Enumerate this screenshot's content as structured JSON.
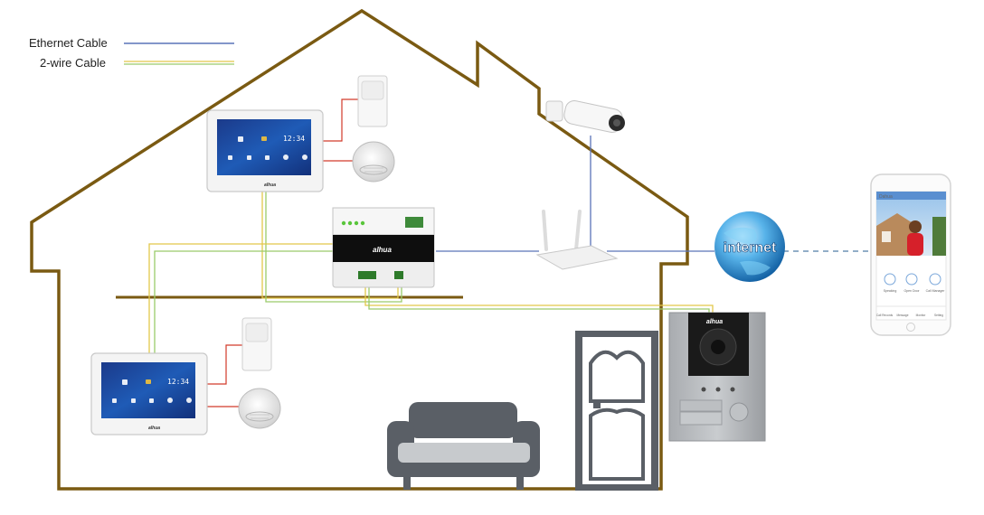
{
  "legend": {
    "ethernet_label": "Ethernet Cable",
    "two_wire_label": "2-wire Cable"
  },
  "colors": {
    "house_outline": "#7a5a12",
    "ethernet": "#5a74b8",
    "two_wire_yellow": "#e2c84a",
    "two_wire_green": "#9acb6a",
    "sensor_wire": "#d23a2a",
    "internet_link": "#6f93b5"
  },
  "devices": {
    "monitor_clock": "12:34",
    "monitor_brand": "alhua",
    "switch_brand": "alhua",
    "door_station_brand": "alhua",
    "globe_label": "internet"
  },
  "phone": {
    "header": "Dahua",
    "buttons": [
      "Speaking",
      "Open Door",
      "Call Manager"
    ],
    "tabs": [
      "Call Records",
      "Message",
      "Monitor",
      "Setting"
    ]
  },
  "icons": [
    "monitor-icon",
    "pir-sensor-icon",
    "smoke-detector-icon",
    "bullet-camera-icon",
    "router-icon",
    "poe-switch-icon",
    "globe-icon",
    "smartphone-icon",
    "door-station-icon",
    "door-icon",
    "sofa-icon"
  ]
}
